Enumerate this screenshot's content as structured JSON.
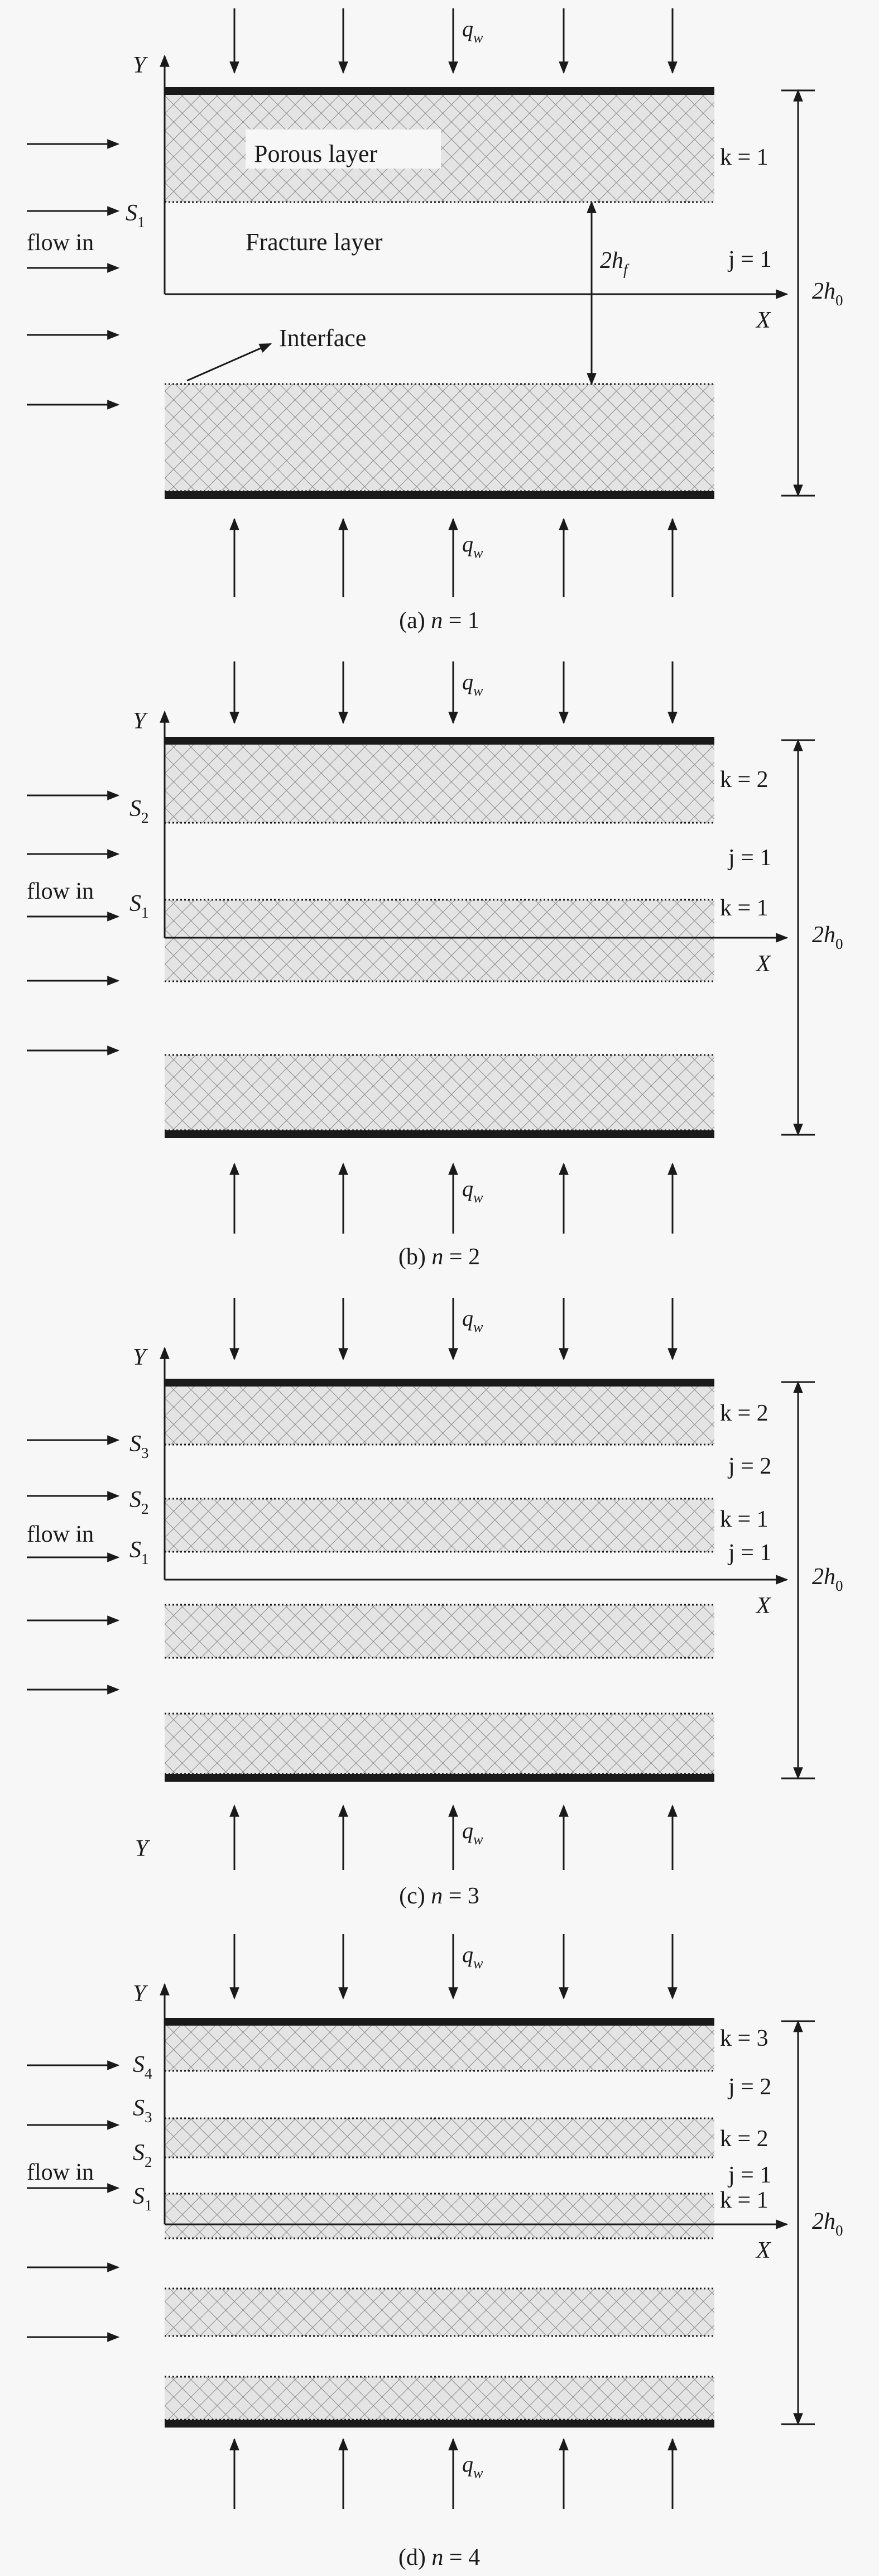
{
  "colors": {
    "background": "#f7f7f7",
    "ink": "#1a1a1a",
    "porous_fill": "#e4e4e4",
    "porous_mesh": "#8a8a8a"
  },
  "icons": {
    "flow_arrow": "right-arrow-icon",
    "flux_arrow": "vertical-arrow-icon",
    "dimension_arrow": "double-headed-arrow-icon"
  },
  "panels": [
    {
      "caption_prefix": "(a) ",
      "caption_n": "n",
      "caption_value": " = 1",
      "flux_var": "q",
      "flux_sub": "w",
      "axis_y": "Y",
      "axis_x": "X",
      "flow_label": "flow in",
      "height_label": "2h",
      "height_sub": "0",
      "fracture_height": "2h",
      "fracture_height_sub": "f",
      "porous_label": "Porous layer",
      "fracture_label": "Fracture layer",
      "interface_label": "Interface",
      "s_labels": [
        {
          "base": "S",
          "sub": "1"
        }
      ],
      "k_labels": [
        "k = 1"
      ],
      "j_labels": [
        "j = 1"
      ],
      "extra_label": ""
    },
    {
      "caption_prefix": "(b) ",
      "caption_n": "n",
      "caption_value": " = 2",
      "flux_var": "q",
      "flux_sub": "w",
      "axis_y": "Y",
      "axis_x": "X",
      "flow_label": "flow in",
      "height_label": "2h",
      "height_sub": "0",
      "s_labels": [
        {
          "base": "S",
          "sub": "2"
        },
        {
          "base": "S",
          "sub": "1"
        }
      ],
      "k_labels": [
        "k = 2",
        "k = 1"
      ],
      "j_labels": [
        "j = 1"
      ],
      "extra_label": ""
    },
    {
      "caption_prefix": "(c) ",
      "caption_n": "n",
      "caption_value": " = 3",
      "flux_var": "q",
      "flux_sub": "w",
      "axis_y": "Y",
      "axis_x": "X",
      "flow_label": "flow in",
      "height_label": "2h",
      "height_sub": "0",
      "s_labels": [
        {
          "base": "S",
          "sub": "3"
        },
        {
          "base": "S",
          "sub": "2"
        },
        {
          "base": "S",
          "sub": "1"
        }
      ],
      "k_labels": [
        "k = 2",
        "k = 1"
      ],
      "j_labels": [
        "j = 2",
        "j = 1"
      ],
      "extra_label": "Y"
    },
    {
      "caption_prefix": "(d) ",
      "caption_n": "n",
      "caption_value": " = 4",
      "flux_var": "q",
      "flux_sub": "w",
      "axis_y": "Y",
      "axis_x": "X",
      "flow_label": "flow in",
      "height_label": "2h",
      "height_sub": "0",
      "s_labels": [
        {
          "base": "S",
          "sub": "4"
        },
        {
          "base": "S",
          "sub": "3"
        },
        {
          "base": "S",
          "sub": "2"
        },
        {
          "base": "S",
          "sub": "1"
        }
      ],
      "k_labels": [
        "k = 3",
        "k = 2",
        "k = 1"
      ],
      "j_labels": [
        "j = 2",
        "j = 1"
      ],
      "extra_label": ""
    }
  ]
}
